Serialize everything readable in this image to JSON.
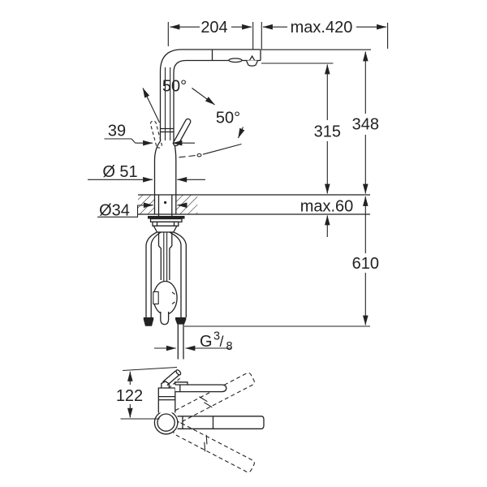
{
  "page": {
    "kind": "faucet technical dimension drawing",
    "background_color": "#ffffff",
    "line_color": "#222222"
  },
  "labels": {
    "dim_204": "204",
    "dim_max420": "max.420",
    "dim_50_handle": "50°",
    "dim_50_spray": "50°",
    "dim_39": "39",
    "dim_d51": "Ø 51",
    "dim_d34": "Ø34",
    "dim_315": "315",
    "dim_348": "348",
    "dim_max60": "max.60",
    "dim_610": "610",
    "dim_122": "122",
    "conn_g": "G",
    "conn_num": "3",
    "conn_slash": "/",
    "conn_den": "8"
  }
}
